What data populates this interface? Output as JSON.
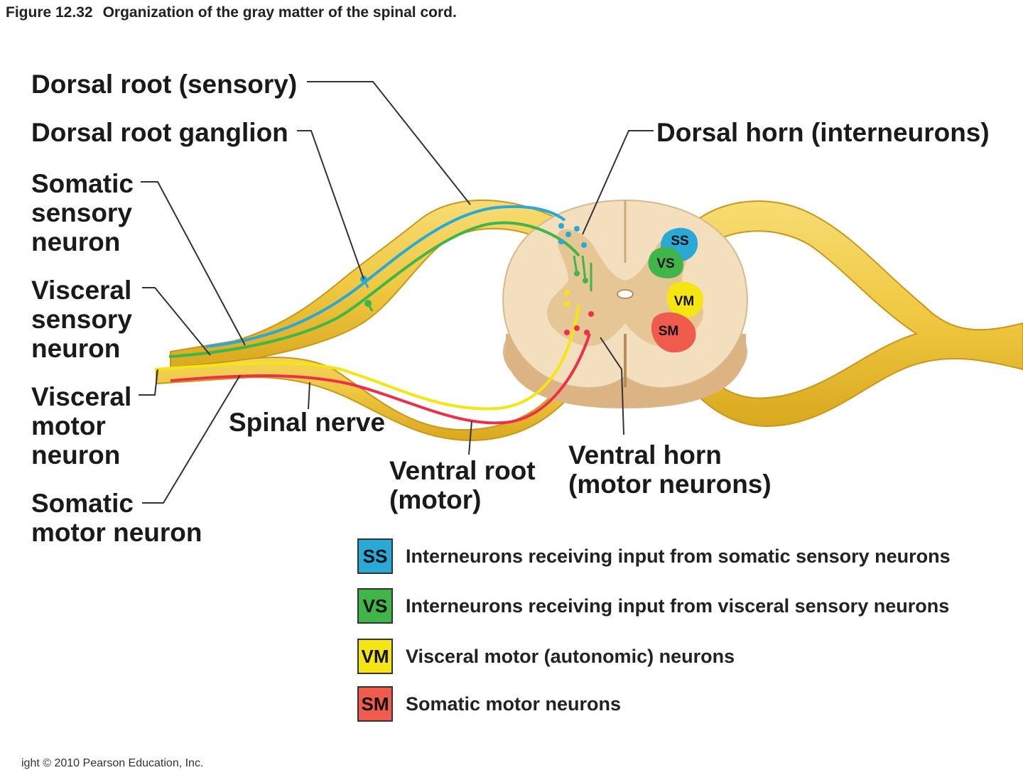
{
  "caption": {
    "number": "Figure 12.32",
    "text": "Organization of the gray matter of the spinal cord."
  },
  "labels": {
    "dorsal_root": "Dorsal root (sensory)",
    "dorsal_root_ganglion": "Dorsal root ganglion",
    "somatic_sensory": [
      "Somatic",
      "sensory",
      "neuron"
    ],
    "visceral_sensory": [
      "Visceral",
      "sensory",
      "neuron"
    ],
    "visceral_motor": [
      "Visceral",
      "motor",
      "neuron"
    ],
    "somatic_motor": [
      "Somatic",
      "motor neuron"
    ],
    "spinal_nerve": "Spinal nerve",
    "ventral_root": [
      "Ventral root",
      "(motor)"
    ],
    "ventral_horn": [
      "Ventral horn",
      "(motor neurons)"
    ],
    "dorsal_horn": "Dorsal horn (interneurons)"
  },
  "zones": {
    "ss": "SS",
    "vs": "VS",
    "vm": "VM",
    "sm": "SM"
  },
  "legend": [
    {
      "code": "SS",
      "text": "Interneurons receiving input from somatic sensory neurons",
      "color": "#2aa9d6"
    },
    {
      "code": "VS",
      "text": "Interneurons receiving input from visceral sensory neurons",
      "color": "#3fb54a"
    },
    {
      "code": "VM",
      "text": "Visceral motor (autonomic) neurons",
      "color": "#f5e512"
    },
    {
      "code": "SM",
      "text": "Somatic motor neurons",
      "color": "#ef5b4c"
    }
  ],
  "colors": {
    "nerve": "#f2cf52",
    "nerve_dark": "#d9a81e",
    "cord_white": "#f2dcb8",
    "cord_gray": "#e4bf8c",
    "somatic_sensory": "#2aa9d6",
    "visceral_sensory": "#3fb54a",
    "visceral_motor": "#f5e512",
    "somatic_motor": "#ee2f4c"
  },
  "footer": "ight © 2010 Pearson Education, Inc."
}
